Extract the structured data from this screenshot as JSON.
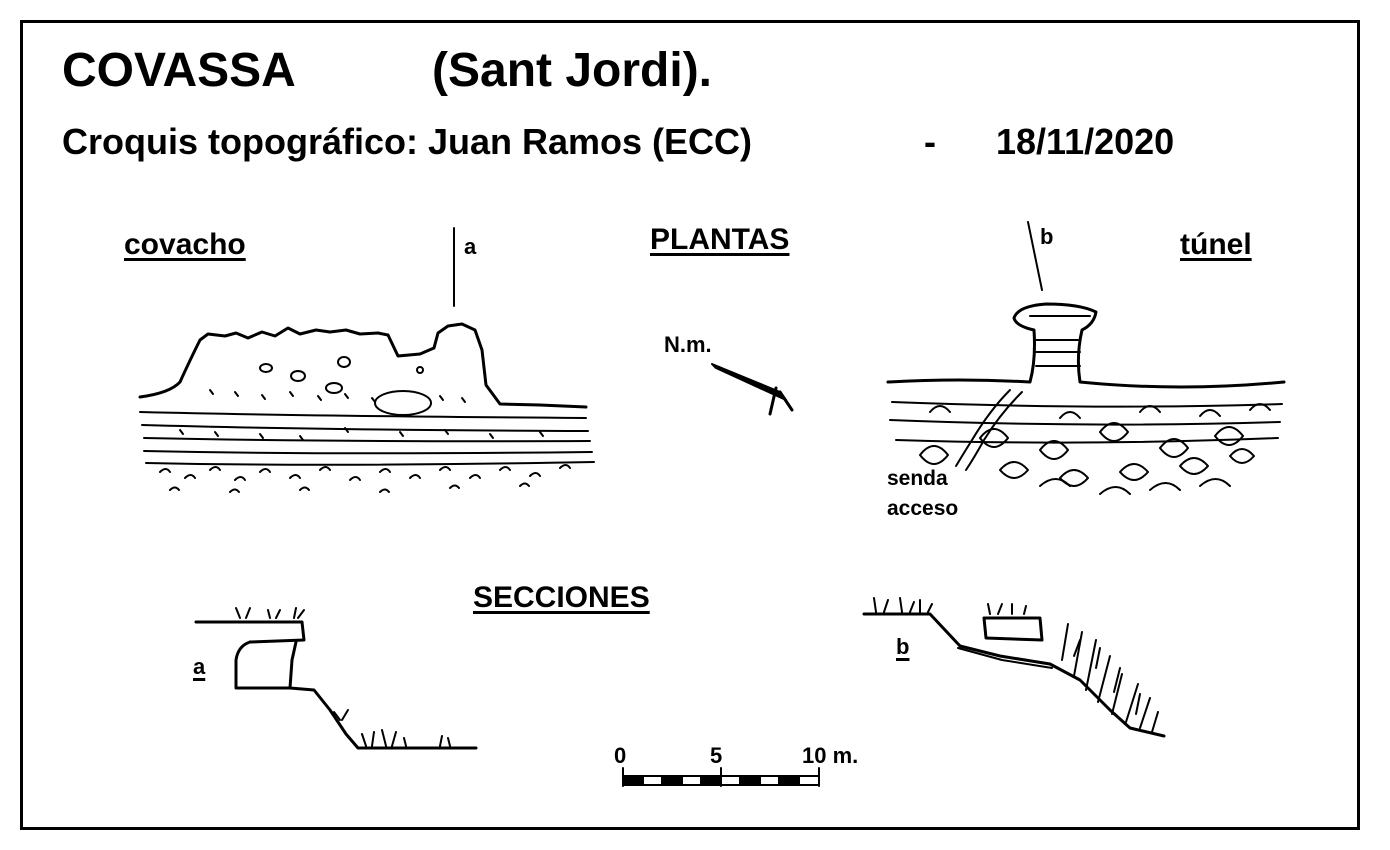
{
  "header": {
    "title": "COVASSA",
    "subtitle": "(Sant  Jordi).",
    "credit": "Croquis topográfico:  Juan Ramos  (ECC)",
    "separator": "-",
    "date": "18/11/2020"
  },
  "plans": {
    "heading": "PLANTAS",
    "left_label": "covacho",
    "right_label": "túnel",
    "section_marker_a": "a",
    "section_marker_b": "b",
    "north_label": "N.m.",
    "access_label_1": "senda",
    "access_label_2": "acceso"
  },
  "sections": {
    "heading": "SECCIONES",
    "label_a": "a",
    "label_b": "b"
  },
  "scale_bar": {
    "tick_0": "0",
    "tick_5": "5",
    "tick_10": "10 m."
  }
}
